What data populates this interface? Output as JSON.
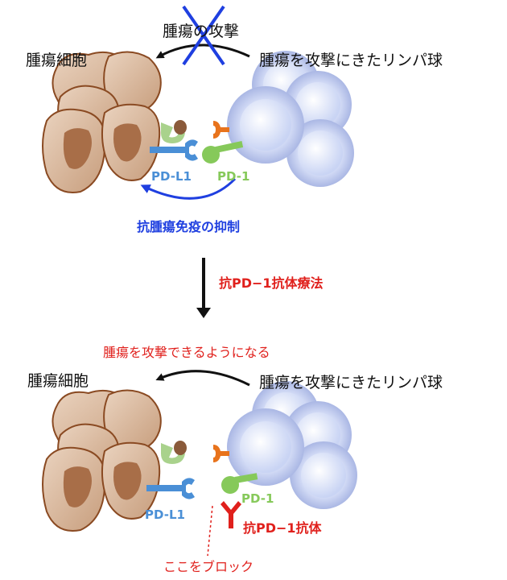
{
  "top": {
    "attack_label": "腫瘍の攻撃",
    "tumor_label": "腫瘍細胞",
    "lymph_label": "腫瘍を攻撃にきたリンパ球",
    "pdl1_label": "PD-L1",
    "pd1_label": "PD-1",
    "suppression_label": "抗腫瘍免疫の抑制"
  },
  "middle": {
    "therapy_label": "抗PD−1抗体療法"
  },
  "bottom": {
    "attack_label": "腫瘍を攻撃できるようになる",
    "tumor_label": "腫瘍細胞",
    "lymph_label": "腫瘍を攻撃にきたリンパ球",
    "pdl1_label": "PD-L1",
    "pd1_label": "PD-1",
    "antibody_label": "抗PD−1抗体",
    "block_label": "ここをブロック"
  },
  "colors": {
    "tumor_fill": "#d8b79a",
    "tumor_stroke": "#8a4a22",
    "nucleus": "#a86e48",
    "lymph_outer": "#c2cbec",
    "lymph_inner": "#eef2fd",
    "pdl1": "#4a8fd6",
    "pd1": "#86c95a",
    "antibody": "#e0201c",
    "orange_receptor": "#e8731c",
    "green_receptor": "#a9d28c",
    "blue_text": "#1f3fe0",
    "red_text": "#e0201c"
  }
}
